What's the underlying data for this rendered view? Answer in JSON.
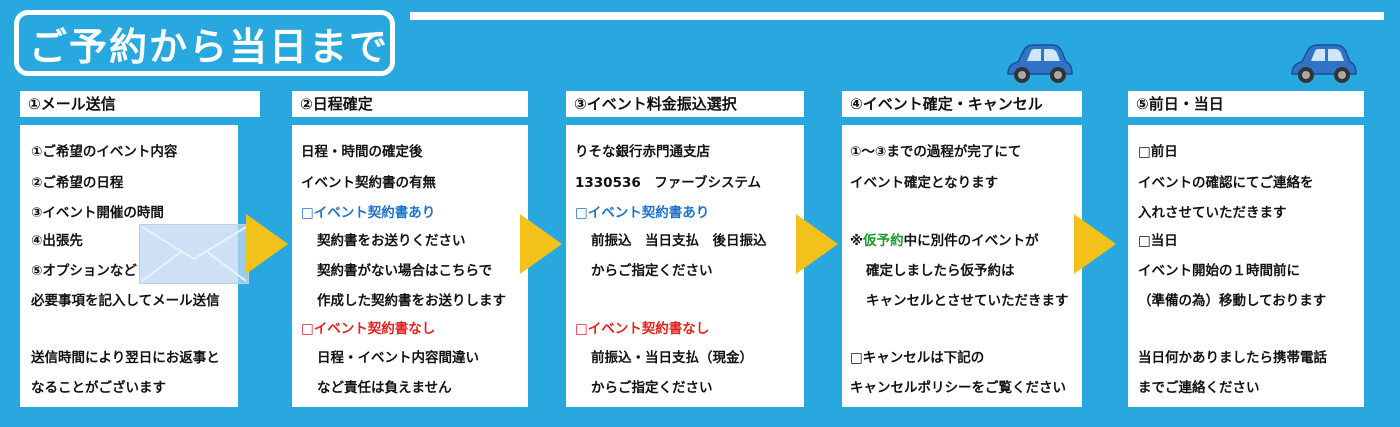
{
  "title": "ご予約から当日まで",
  "colors": {
    "background": "#29a8df",
    "arrow": "#f2c21b",
    "blue_heading": "#1f74c9",
    "red_heading": "#e32222",
    "green_text": "#1b9a2e",
    "car": "#2f74c8"
  },
  "icons": {
    "car": "car-icon",
    "envelope": "envelope-icon"
  },
  "col1": {
    "head": "①メール送信",
    "l1": "①ご希望のイベント内容",
    "l2": "②ご希望の日程",
    "l3": "③イベント開催の時間",
    "l4": "④出張先",
    "l5": "⑤オプションなど",
    "l6": "必要事項を記入してメール送信",
    "l7": "送信時間により翌日にお返事と",
    "l8": "なることがございます"
  },
  "col2": {
    "head": "②日程確定",
    "l1": "日程・時間の確定後",
    "l2": "イベント契約書の有無",
    "l3": "□イベント契約書あり",
    "l4": "契約書をお送りください",
    "l5": "契約書がない場合はこちらで",
    "l6": "作成した契約書をお送りします",
    "l7": "□イベント契約書なし",
    "l8": "日程・イベント内容間違い",
    "l9": "など責任は負えません"
  },
  "col3": {
    "head": "③イベント料金振込選択",
    "l1": "りそな銀行赤門通支店",
    "l2": "1330536　ファーブシステム",
    "l3": "□イベント契約書あり",
    "l4": "前振込　当日支払　後日振込",
    "l5": "からご指定ください",
    "l6": "□イベント契約書なし",
    "l7": "前振込・当日支払（現金）",
    "l8": "からご指定ください"
  },
  "col4": {
    "head": "④イベント確定・キャンセル",
    "l1": "①～③までの過程が完了にて",
    "l2": "イベント確定となります",
    "l3a": "※",
    "l3b": "仮予約",
    "l3c": "中に別件のイベントが",
    "l4": "確定しましたら仮予約は",
    "l5": "キャンセルとさせていただきます",
    "l6": "□キャンセルは下記の",
    "l7": "キャンセルポリシーをご覧ください"
  },
  "col5": {
    "head": "⑤前日・当日",
    "l1": "□前日",
    "l2": "イベントの確認にてご連絡を",
    "l3": "入れさせていただきます",
    "l4": "□当日",
    "l5": "イベント開始の１時間前に",
    "l6": "（準備の為）移動しております",
    "l7": "当日何かありましたら携帯電話",
    "l8": "までご連絡ください"
  }
}
